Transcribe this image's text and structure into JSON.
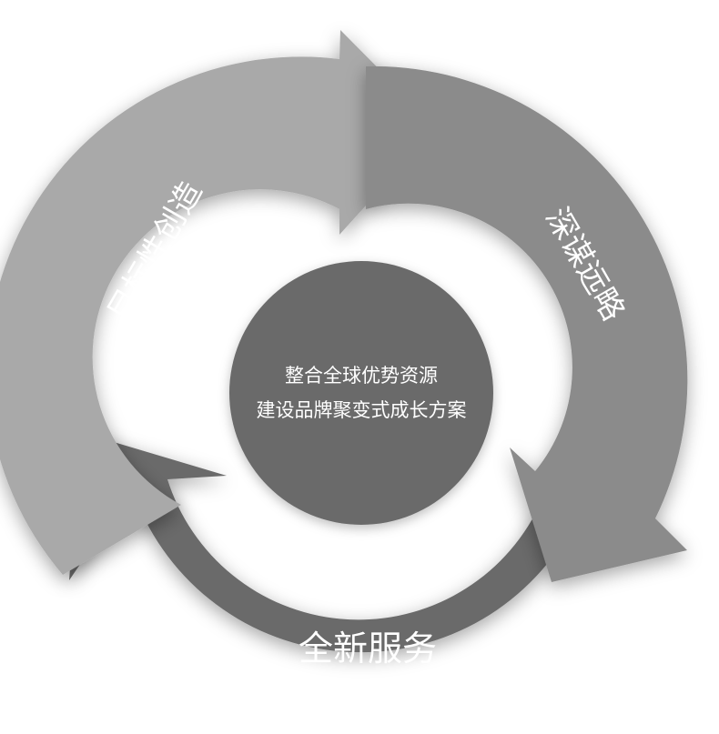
{
  "center": {
    "line1": "整合全球优势资源",
    "line2": "建设品牌聚变式成长方案"
  },
  "segments": [
    {
      "label": "目标性创造",
      "color": "#a9a9a9"
    },
    {
      "label": "深谋远略",
      "color": "#8b8b8b"
    },
    {
      "label": "全新服务",
      "color": "#6b6b6b"
    }
  ],
  "colors": {
    "center_circle": "#6a6a6a",
    "background": "#ffffff"
  }
}
